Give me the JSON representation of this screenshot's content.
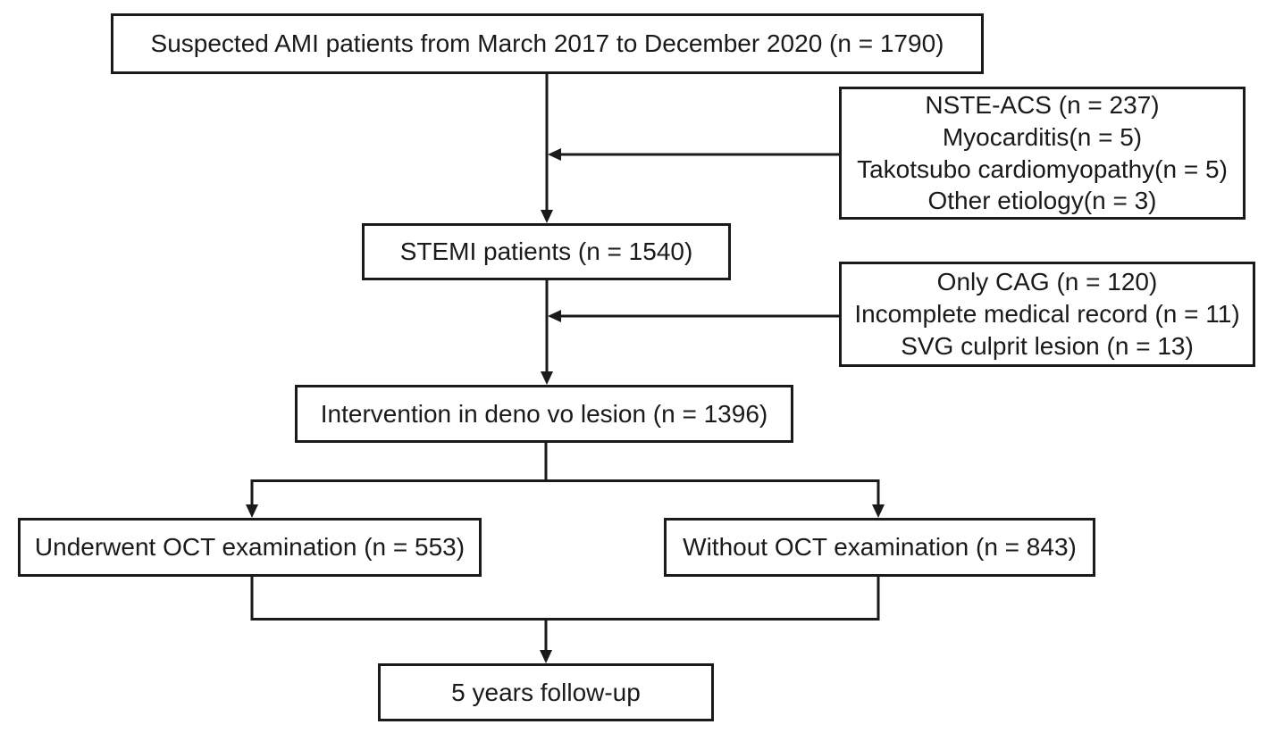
{
  "colors": {
    "line": "#1a1a1a",
    "text": "#1a1a1a",
    "background": "#ffffff"
  },
  "boxes": {
    "suspected": {
      "label": "Suspected AMI patients from March 2017 to December 2020 (n = 1790)"
    },
    "exclusion1": {
      "lines": [
        "NSTE-ACS (n = 237)",
        "Myocarditis(n = 5)",
        "Takotsubo cardiomyopathy(n = 5)",
        "Other etiology(n = 3)"
      ]
    },
    "stemi": {
      "label": "STEMI patients (n = 1540)"
    },
    "exclusion2": {
      "lines": [
        "Only CAG (n = 120)",
        "Incomplete medical record (n = 11)",
        "SVG culprit lesion (n = 13)"
      ]
    },
    "intervention": {
      "label": "Intervention in deno vo lesion (n = 1396)"
    },
    "oct": {
      "label": "Underwent OCT examination (n = 553)"
    },
    "no_oct": {
      "label": "Without OCT examination (n = 843)"
    },
    "followup": {
      "label": "5 years follow-up"
    }
  }
}
